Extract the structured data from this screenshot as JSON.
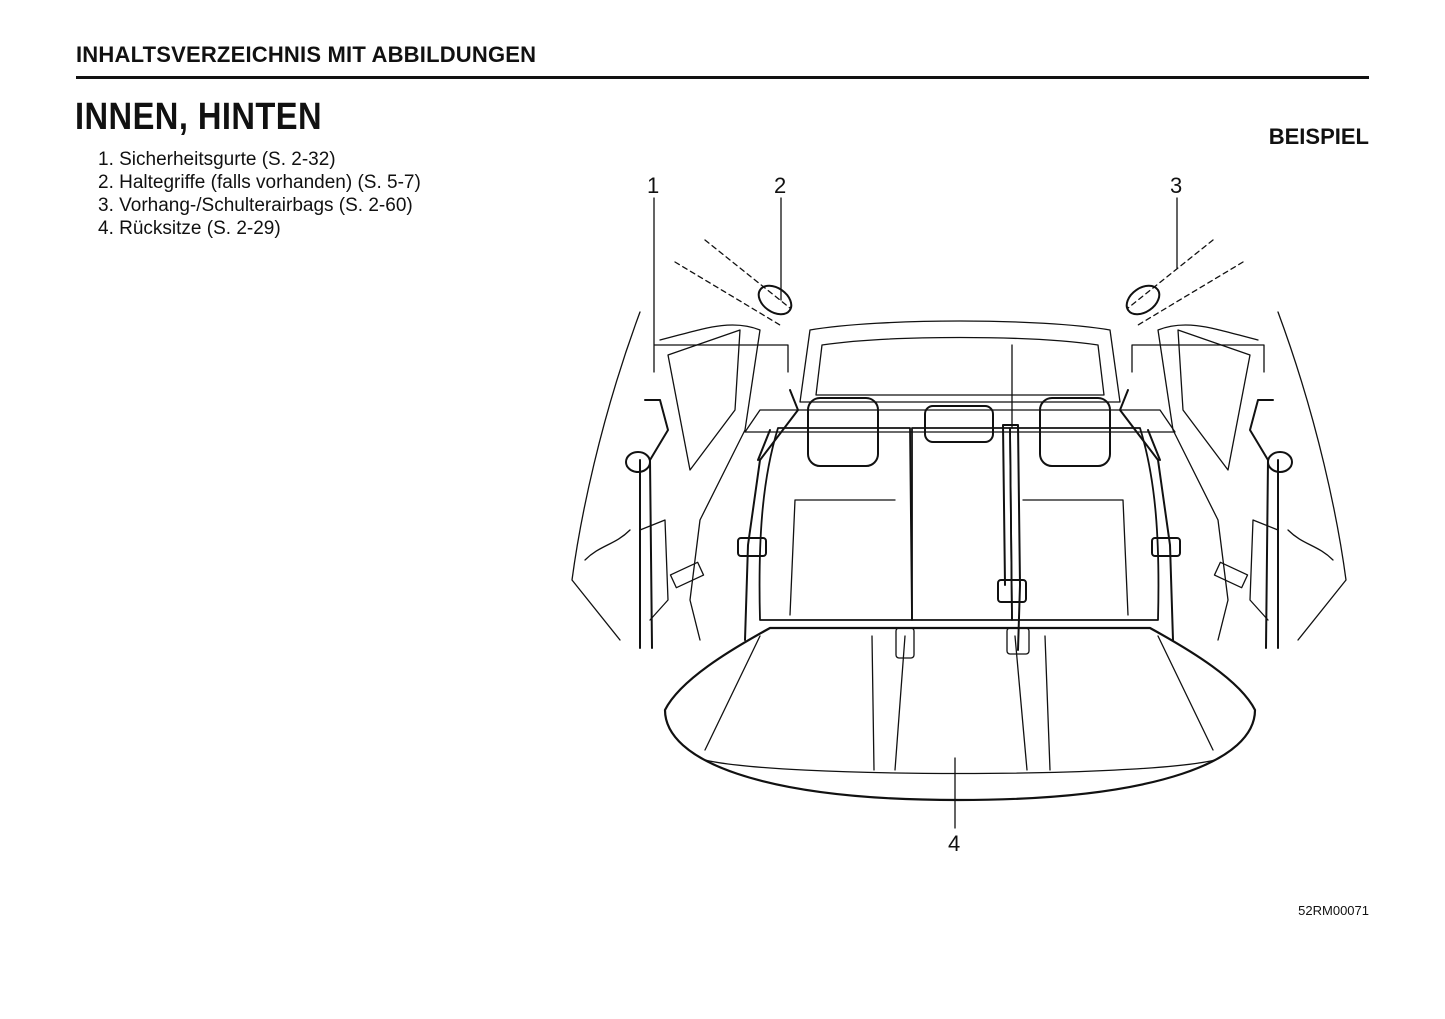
{
  "header": {
    "section": "INHALTSVERZEICHNIS MIT ABBILDUNGEN"
  },
  "page": {
    "title": "INNEN, HINTEN",
    "example_label": "BEISPIEL",
    "figure_code": "52RM00071"
  },
  "items": [
    {
      "text": "1. Sicherheitsgurte (S. 2-32)"
    },
    {
      "text": "2. Haltegriffe (falls vorhanden) (S. 5-7)"
    },
    {
      "text": "3. Vorhang-/Schulterairbags (S. 2-60)"
    },
    {
      "text": "4. Rücksitze (S. 2-29)"
    }
  ],
  "diagram": {
    "callouts": [
      "1",
      "2",
      "3",
      "4"
    ],
    "line_color": "#111111"
  }
}
